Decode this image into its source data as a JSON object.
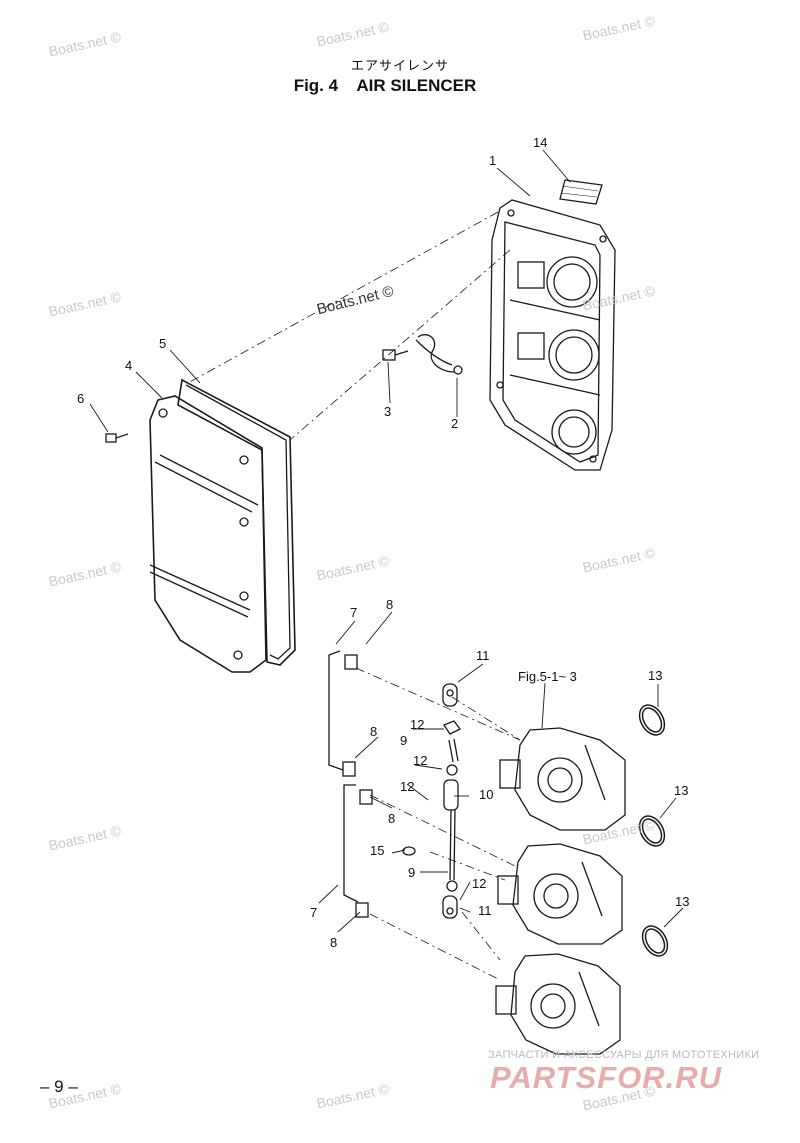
{
  "header": {
    "title_jp": "エアサイレンサ",
    "title": "Fig. 4    AIR SILENCER"
  },
  "callouts": [
    {
      "id": "c14",
      "text": "14"
    },
    {
      "id": "c1",
      "text": "1"
    },
    {
      "id": "c5",
      "text": "5"
    },
    {
      "id": "c4",
      "text": "4"
    },
    {
      "id": "c6",
      "text": "6"
    },
    {
      "id": "c3",
      "text": "3"
    },
    {
      "id": "c2",
      "text": "2"
    },
    {
      "id": "c7a",
      "text": "7"
    },
    {
      "id": "c8a",
      "text": "8"
    },
    {
      "id": "c11a",
      "text": "11"
    },
    {
      "id": "cref",
      "text": "Fig.5-1~ 3"
    },
    {
      "id": "c13a",
      "text": "13"
    },
    {
      "id": "c12a",
      "text": "12"
    },
    {
      "id": "c9a",
      "text": "9"
    },
    {
      "id": "c8b",
      "text": "8"
    },
    {
      "id": "c12b",
      "text": "12"
    },
    {
      "id": "c12c",
      "text": "12"
    },
    {
      "id": "c10",
      "text": "10"
    },
    {
      "id": "c8c",
      "text": "8"
    },
    {
      "id": "c13b",
      "text": "13"
    },
    {
      "id": "c15",
      "text": "15"
    },
    {
      "id": "c9b",
      "text": "9"
    },
    {
      "id": "c12d",
      "text": "12"
    },
    {
      "id": "c11b",
      "text": "11"
    },
    {
      "id": "c7b",
      "text": "7"
    },
    {
      "id": "c13c",
      "text": "13"
    },
    {
      "id": "c8d",
      "text": "8"
    }
  ],
  "watermark": {
    "text": "Boats.net ©",
    "center_text": "Boats.net ©"
  },
  "footer": {
    "page_number": "– 9 –",
    "brand_tagline": "ЗАПЧАСТИ И АКСЕССУАРЫ ДЛЯ МОТОТЕХНИКИ",
    "brand_logo": "PARTSFOR.RU"
  }
}
